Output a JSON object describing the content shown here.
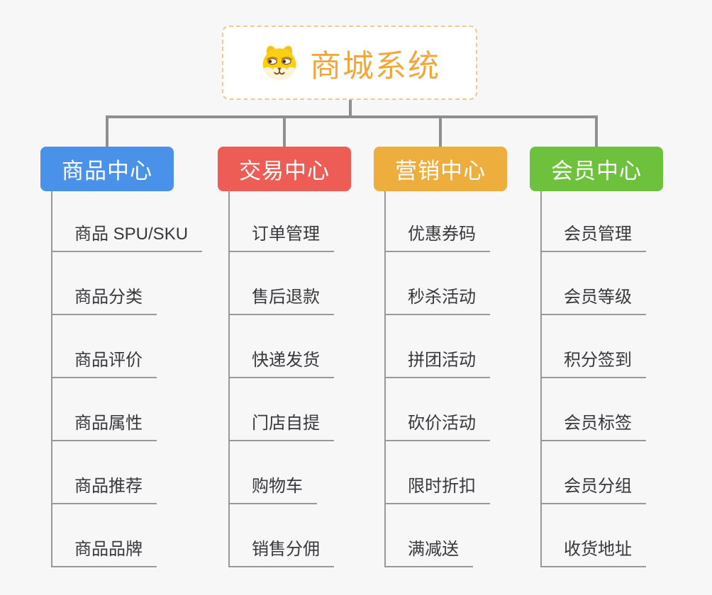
{
  "page": {
    "background_color": "#f7f7f8",
    "connector_color": "#8f8f8f",
    "child_line_color": "#98989b",
    "child_text_color": "#38383c"
  },
  "root": {
    "label": "商城系统",
    "icon": "shiba-dog-icon",
    "text_color": "#f0a83b",
    "border_color": "#f0c98f"
  },
  "branches": [
    {
      "label": "商品中心",
      "color": "#4a91e9",
      "children": [
        "商品 SPU/SKU",
        "商品分类",
        "商品评价",
        "商品属性",
        "商品推荐",
        "商品品牌"
      ]
    },
    {
      "label": "交易中心",
      "color": "#ed5c55",
      "children": [
        "订单管理",
        "售后退款",
        "快递发货",
        "门店自提",
        "购物车",
        "销售分佣"
      ]
    },
    {
      "label": "营销中心",
      "color": "#eeae3d",
      "children": [
        "优惠券码",
        "秒杀活动",
        "拼团活动",
        "砍价活动",
        "限时折扣",
        "满减送"
      ]
    },
    {
      "label": "会员中心",
      "color": "#6ec13d",
      "children": [
        "会员管理",
        "会员等级",
        "积分签到",
        "会员标签",
        "会员分组",
        "收货地址"
      ]
    }
  ]
}
